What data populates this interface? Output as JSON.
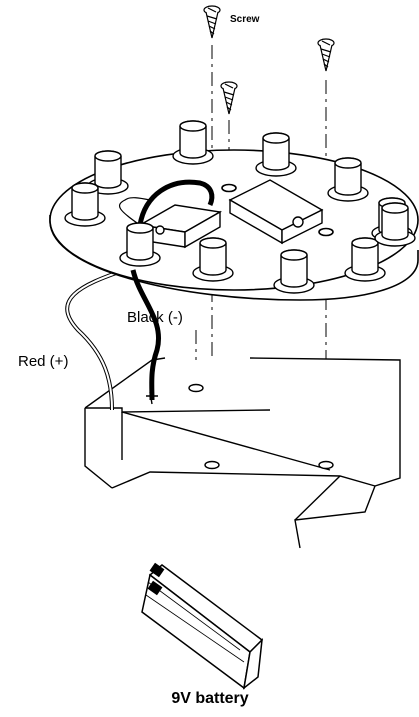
{
  "diagram": {
    "labels": {
      "screw": "Screw",
      "black_wire": "Black (-)",
      "red_wire": "Red (+)",
      "battery": "9V battery"
    },
    "parts": {
      "screws": 3,
      "led_posts": 11,
      "switch_blocks": 2
    },
    "colors": {
      "line": "#000000",
      "background": "#ffffff"
    }
  }
}
